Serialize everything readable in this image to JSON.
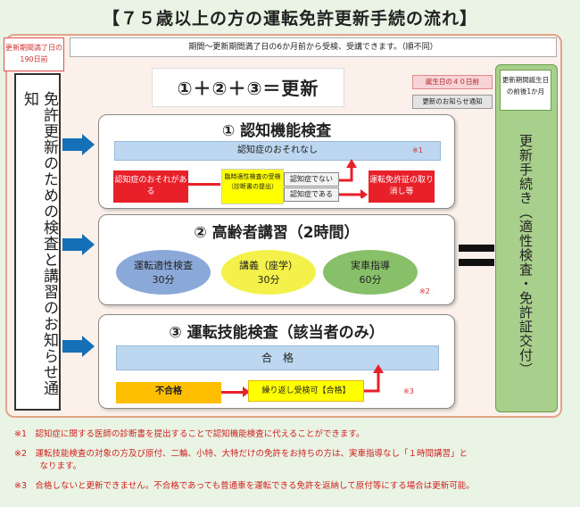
{
  "title": "【７５歳以上の方の運転免許更新手続の流れ】",
  "tag_expiry_190": "更新期間満了日の190日前",
  "period_note": "期間～更新期間満了日の6か月前から受検、受講できます。（順不同）",
  "left_vertical": "免許更新のための検査と講習のお知らせ通知",
  "formula": "①＋②＋③＝更新",
  "pill_birthday": "誕生日の４０日前",
  "pill_notice": "更新のお知らせ通知",
  "right_top": "更新期間誕生日の前後1か月",
  "right_vertical": "更新手続き（適性検査・免許証交付）",
  "section1": {
    "title": "① 認知機能検査",
    "bar": "認知症のおそれなし",
    "note": "※1",
    "red_box": "認知症のおそれがある",
    "yellow_box": "臨時適性検査の受検（診断書の提出）",
    "not_dementia": "認知症でない",
    "is_dementia": "認知症である",
    "revoke": "運転免許証の取り消し等"
  },
  "section2": {
    "title": "② 高齢者講習（2時間）",
    "ell1_label": "運転適性検査",
    "ell1_time": "30分",
    "ell2_label": "講義（座学）",
    "ell2_time": "30分",
    "ell3_label": "実車指導",
    "ell3_time": "60分",
    "note": "※2"
  },
  "section3": {
    "title": "③ 運転技能検査（該当者のみ）",
    "pass": "合　格",
    "fail": "不合格",
    "retry": "繰り返し受検可【合格】",
    "note": "※3"
  },
  "footnotes": [
    "※1　認知症に関する医師の診断書を提出することで認知機能検査に代えることができます。",
    "※2　運転技能検査の対象の方及び原付、二輪、小特、大特だけの免許をお持ちの方は、実車指導なし「１時間講習」と",
    "　　　なります。",
    "※3　合格しないと更新できません。不合格であっても普通車を運転できる免許を返納して原付等にする場合は更新可能。"
  ],
  "colors": {
    "accent_blue": "#1570b8",
    "red": "#e8202a",
    "yellow": "#ffff00",
    "orange": "#ffbf00",
    "green": "#a8cf8c"
  }
}
